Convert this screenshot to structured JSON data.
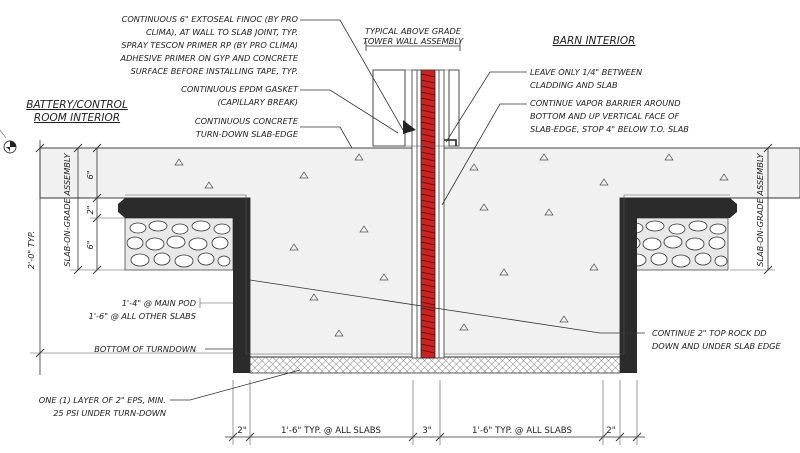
{
  "labels": {
    "battery_room": [
      "BATTERY/CONTROL",
      "ROOM INTERIOR"
    ],
    "barn_interior": "BARN INTERIOR",
    "tower_wall": [
      "TYPICAL ABOVE GRADE",
      "TOWER WALL ASSEMBLY"
    ],
    "slab_assembly_left": "SLAB-ON-GRADE ASSEMBLY",
    "slab_assembly_right": "SLAB-ON-GRADE ASSEMBLY",
    "typ_height": "2'-0\" TYP."
  },
  "notes": {
    "extoseal": [
      "CONTINUOUS 6\" EXTOSEAL FINOC (BY PRO",
      "CLIMA), AT WALL TO SLAB JOINT, TYP.",
      "SPRAY TESCON PRIMER RP (BY PRO CLIMA)",
      "ADHESIVE PRIMER ON GYP AND CONCRETE",
      "SURFACE BEFORE INSTALLING TAPE, TYP."
    ],
    "epdm": [
      "CONTINUOUS EPDM GASKET",
      "(CAPILLARY BREAK)"
    ],
    "turndown": [
      "CONTINUOUS CONCRETE",
      "TURN-DOWN SLAB-EDGE"
    ],
    "gap": [
      "LEAVE ONLY 1/4\" BETWEEN",
      "CLADDING AND SLAB"
    ],
    "vapor": [
      "CONTINUE VAPOR BARRIER AROUND",
      "BOTTOM AND UP VERTICAL FACE OF",
      "SLAB-EDGE, STOP 4\" BELOW T.O. SLAB"
    ],
    "pod": [
      "1'-4\" @ MAIN POD",
      "1'-6\" @ ALL OTHER SLABS"
    ],
    "bottom": "BOTTOM OF TURNDOWN",
    "rock": [
      "CONTINUE 2\" TOP ROCK DD",
      "DOWN AND UNDER SLAB EDGE"
    ],
    "eps": [
      "ONE (1) LAYER OF 2\" EPS, MIN.",
      "25 PSI UNDER TURN-DOWN"
    ]
  },
  "dimensions": {
    "left_vertical": [
      "6\"",
      "2\"",
      "6\""
    ],
    "bottom": [
      "2\"",
      "1'-6\" TYP. @ ALL SLABS",
      "3\"",
      "1'-6\" TYP. @ ALL SLABS",
      "2\""
    ]
  },
  "colors": {
    "line": "#333333",
    "membrane": "#2b2b2b",
    "wall_core": "#cc2222",
    "concrete": "#f1f1f1",
    "gravel_fill": "#e8e8e8"
  }
}
